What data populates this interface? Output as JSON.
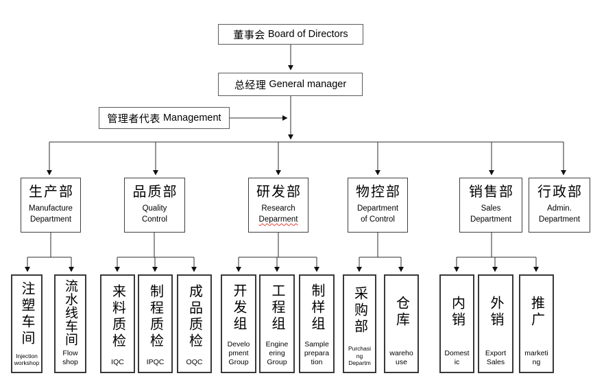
{
  "top": {
    "board": {
      "zh": "董事会",
      "en": "Board of Directors"
    },
    "general_manager": {
      "zh": "总经理",
      "en": "General manager"
    },
    "management_rep": {
      "zh": "管理者代表",
      "en": "Management"
    }
  },
  "departments": [
    {
      "zh": "生产部",
      "en1": "Manufacture",
      "en2": "Department"
    },
    {
      "zh": "品质部",
      "en1": "Quality",
      "en2": "Control"
    },
    {
      "zh": "研发部",
      "en1": "Research",
      "en2": "Deparment"
    },
    {
      "zh": "物控部",
      "en1": "Department",
      "en2": "of Control"
    },
    {
      "zh": "销售部",
      "en1": "Sales",
      "en2": "Department"
    },
    {
      "zh": "行政部",
      "en1": "Admin.",
      "en2": "Department"
    }
  ],
  "units": [
    {
      "zh": "注塑车间",
      "en": "Injection\nworkshop"
    },
    {
      "zh": "流水线车间",
      "en": "Flow\nshop"
    },
    {
      "zh": "来料质检",
      "en": "IQC"
    },
    {
      "zh": "制程质检",
      "en": "IPQC"
    },
    {
      "zh": "成品质检",
      "en": "OQC"
    },
    {
      "zh": "开发组",
      "en": "Develo\npment\nGroup"
    },
    {
      "zh": "工程组",
      "en": "Engine\nering\nGroup"
    },
    {
      "zh": "制样组",
      "en": "Sample\nprepara\ntion"
    },
    {
      "zh": "采购部",
      "en": "Purchasi\nng\nDepartm"
    },
    {
      "zh": "仓库",
      "en": "wareho\nuse"
    },
    {
      "zh": "内销",
      "en": "Domest\nic"
    },
    {
      "zh": "外销",
      "en": "Export\nSales"
    },
    {
      "zh": "推广",
      "en": "marketi\nng"
    }
  ],
  "colors": {
    "line": "#2b2b2b",
    "arrow": "#111111",
    "border": "#3d3d3d",
    "spellcheck": "#e03c31"
  }
}
